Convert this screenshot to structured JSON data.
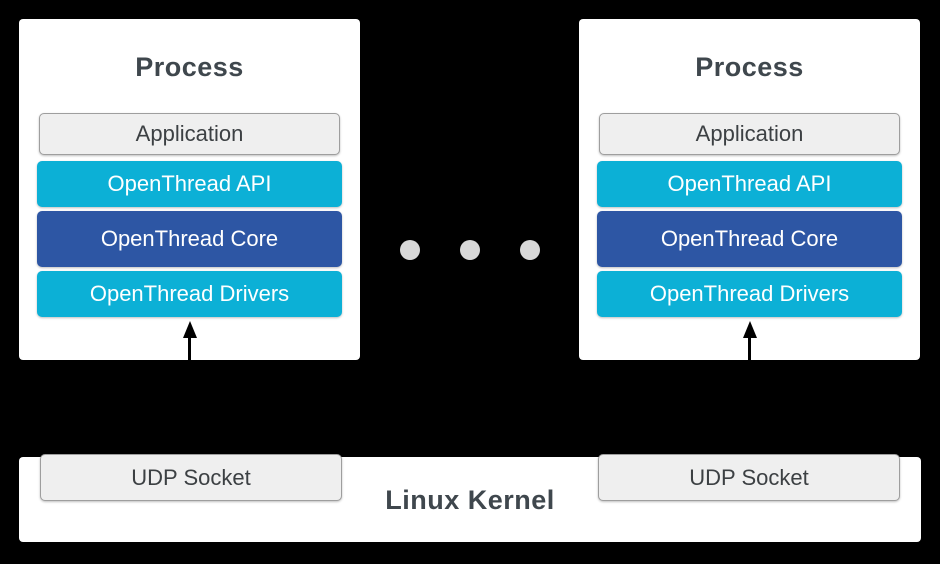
{
  "processes": [
    {
      "title": "Process",
      "layers": [
        {
          "label": "Application"
        },
        {
          "label": "OpenThread API"
        },
        {
          "label": "OpenThread Core"
        },
        {
          "label": "OpenThread Drivers"
        }
      ]
    },
    {
      "title": "Process",
      "layers": [
        {
          "label": "Application"
        },
        {
          "label": "OpenThread API"
        },
        {
          "label": "OpenThread Core"
        },
        {
          "label": "OpenThread Drivers"
        }
      ]
    }
  ],
  "kernel": {
    "label": "Linux Kernel",
    "sockets": [
      {
        "label": "UDP Socket"
      },
      {
        "label": "UDP Socket"
      }
    ]
  },
  "colors": {
    "background": "#000000",
    "panel": "#ffffff",
    "layer_cyan": "#0cb0d6",
    "layer_blue": "#2d56a4",
    "box_fill_gray": "#efefef",
    "box_border_gray": "#9e9e9e",
    "text_dark": "#3f474d",
    "dot_gray": "#d8d8d8",
    "arrow_black": "#000000"
  }
}
